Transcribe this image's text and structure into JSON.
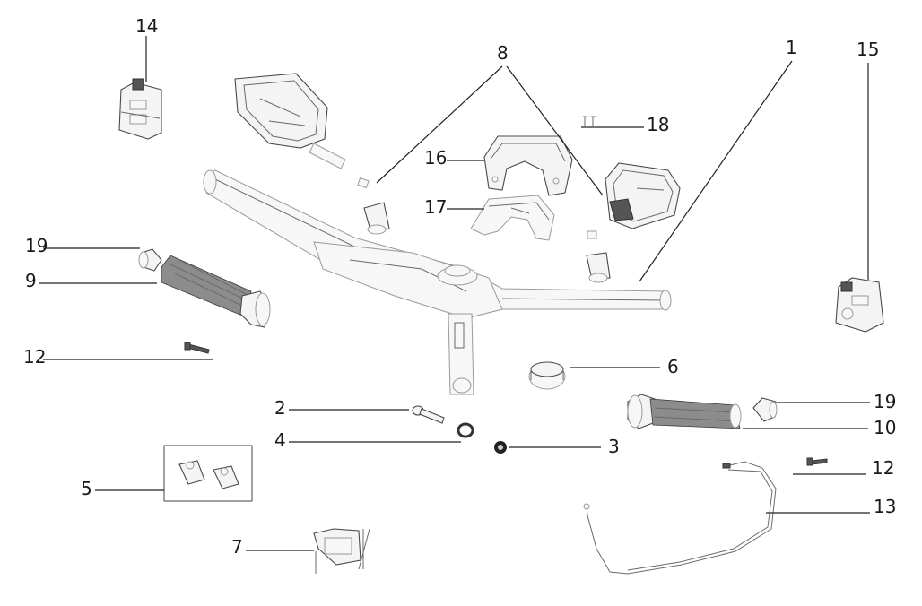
{
  "diagram": {
    "labels": {
      "handlebar": "1",
      "bolt": "2",
      "nut": "3",
      "washer": "4",
      "clamp_set": "5",
      "bushing": "6",
      "bracket": "7",
      "mirrors": "8",
      "grip_left": "9",
      "grip_right": "10",
      "screw_left": "12",
      "screw_right": "12",
      "throttle_cable": "13",
      "switch_left": "14",
      "switch_right": "15",
      "cover_upper": "16",
      "cover_lower": "17",
      "screws_small": "18",
      "bar_end_left": "19",
      "bar_end_right": "19"
    },
    "colors": {
      "line": "#222222",
      "part_fill": "#f4f4f4",
      "grip_fill": "#8c8c8c"
    }
  }
}
